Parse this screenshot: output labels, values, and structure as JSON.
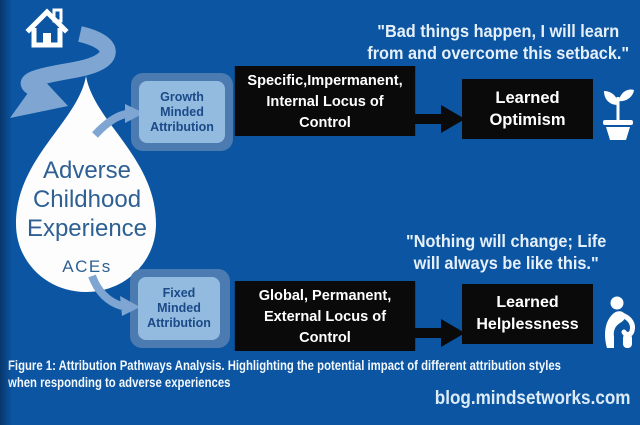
{
  "colors": {
    "background": "#0B55A2",
    "light_blue": "#7FA6D2",
    "bubble_fill": "#93BADF",
    "bubble_shadow": "#4C7BB2",
    "bubble_text": "#1A4A87",
    "box_black": "#0A0A0A",
    "drop_text": "#2F6093",
    "text_white": "#FFFFFF"
  },
  "drop": {
    "title_lines": [
      "Adverse",
      "Childhood",
      "Experience"
    ],
    "acronym": "ACEs"
  },
  "growth_path": {
    "quote_line1": "\"Bad things happen,  I will learn",
    "quote_line2": "from and overcome this setback.\"",
    "attribution_lines": [
      "Growth",
      "Minded",
      "Attribution"
    ],
    "locus_lines": [
      "Specific,Impermanent,",
      "Internal Locus of",
      "Control"
    ],
    "outcome_lines": [
      "Learned",
      "Optimism"
    ],
    "outcome_icon": "seedling-in-pot-icon"
  },
  "fixed_path": {
    "quote_line1": "\"Nothing will change; Life",
    "quote_line2": "will always be like this.\"",
    "attribution_lines": [
      "Fixed",
      "Minded",
      "Attribution"
    ],
    "locus_lines": [
      "Global, Permanent,",
      "External Locus of",
      "Control"
    ],
    "outcome_lines": [
      "Learned",
      "Helplessness"
    ],
    "outcome_icon": "crouching-person-icon"
  },
  "caption_line1": "Figure 1: Attribution Pathways Analysis.  Highlighting the potential impact of different attribution styles",
  "caption_line2": "when responding to adverse experiences",
  "website": "blog.mindsetworks.com",
  "icons": {
    "top_left": "home-icon",
    "path_from_home": "winding-road-arrow",
    "source_shape": "water-drop-shape"
  }
}
